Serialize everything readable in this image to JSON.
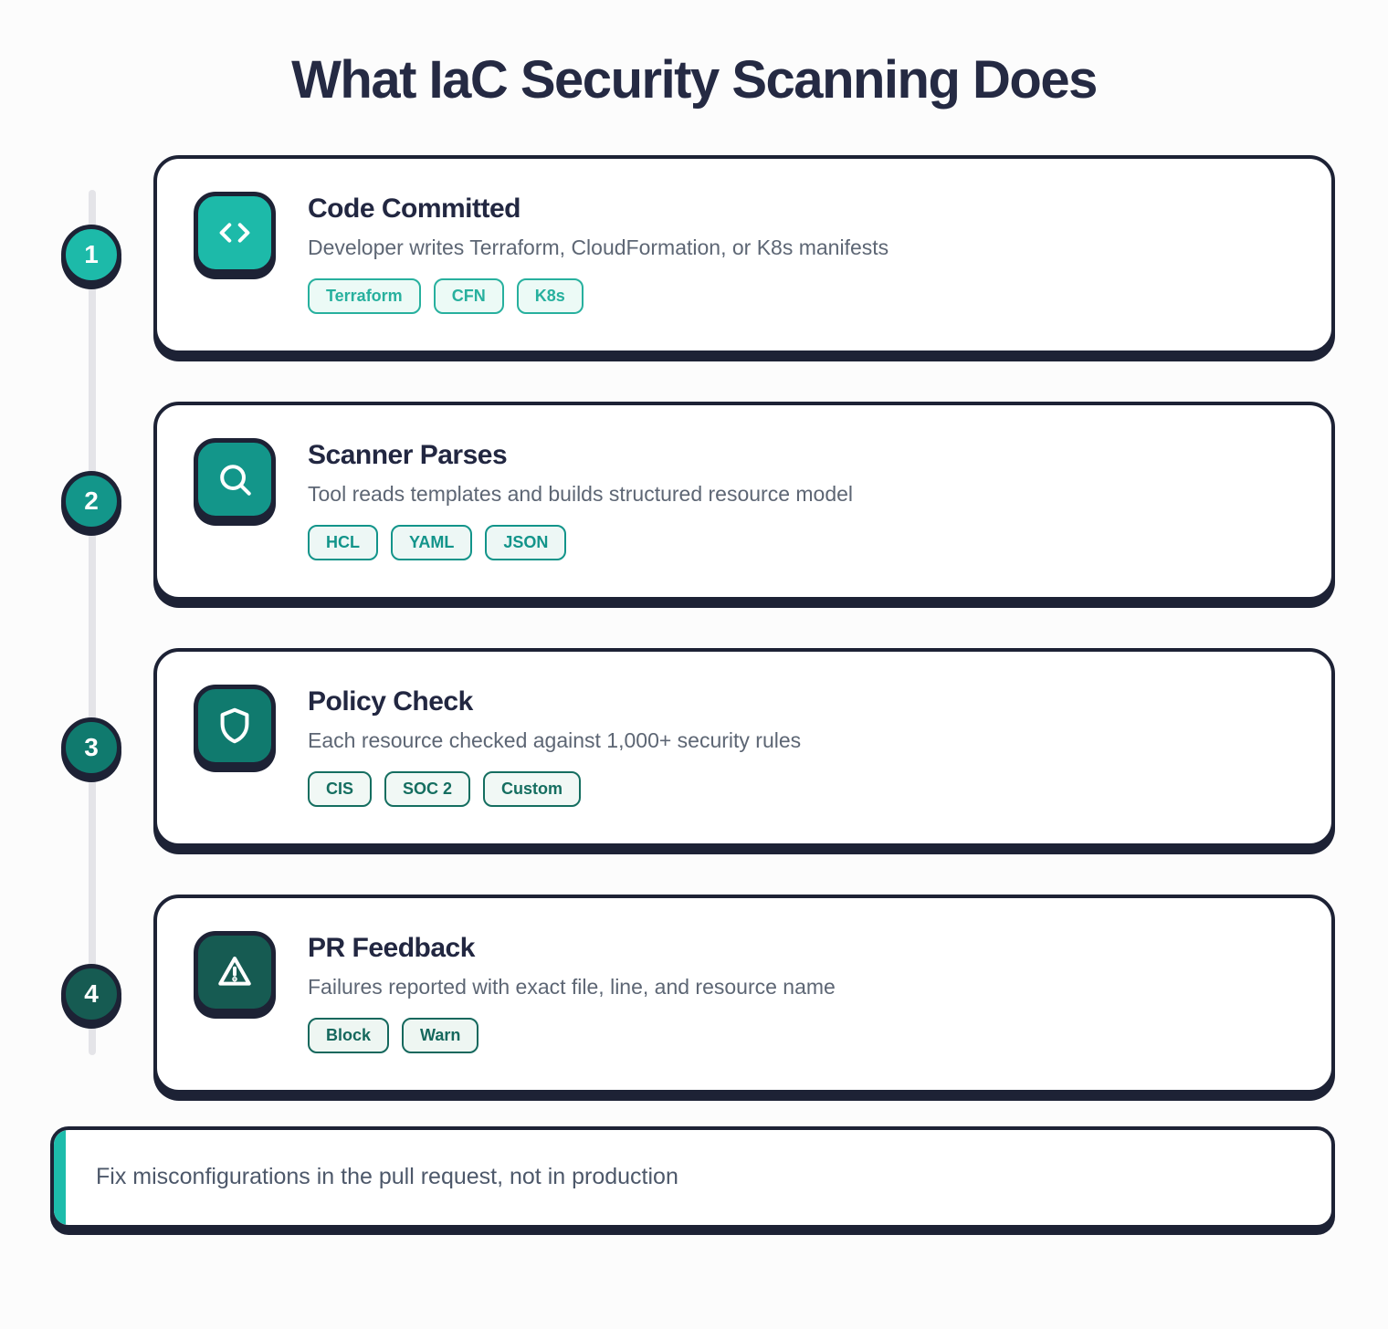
{
  "page": {
    "title": "What IaC Security Scanning Does",
    "background": "#fcfcfc"
  },
  "palette": {
    "outline_navy": "#1d2235",
    "timeline_gray": "#e4e4e8",
    "card_bg": "#ffffff",
    "title_text": "#252a43",
    "body_text": "#5d6674",
    "footer_accent_teal": "#1dbcab"
  },
  "steps": [
    {
      "number": "1",
      "title": "Code Committed",
      "description": "Developer writes Terraform, CloudFormation, or K8s manifests",
      "icon": "code-icon",
      "accent": "#1dbaa9",
      "tag_color": "#27b09e",
      "tag_bg": "#ecfaf6",
      "tags": [
        "Terraform",
        "CFN",
        "K8s"
      ]
    },
    {
      "number": "2",
      "title": "Scanner Parses",
      "description": "Tool reads templates and builds structured resource model",
      "icon": "search-icon",
      "accent": "#13968a",
      "tag_color": "#12948a",
      "tag_bg": "#edf7f5",
      "tags": [
        "HCL",
        "YAML",
        "JSON"
      ]
    },
    {
      "number": "3",
      "title": "Policy Check",
      "description": "Each resource checked against 1,000+ security rules",
      "icon": "shield-icon",
      "accent": "#107a6e",
      "tag_color": "#156e60",
      "tag_bg": "#f1f8f5",
      "tags": [
        "CIS",
        "SOC 2",
        "Custom"
      ]
    },
    {
      "number": "4",
      "title": "PR Feedback",
      "description": "Failures reported with exact file, line, and resource name",
      "icon": "warning-icon",
      "accent": "#165b52",
      "tag_color": "#15685d",
      "tag_bg": "#eef6f2",
      "tags": [
        "Block",
        "Warn"
      ]
    }
  ],
  "footer": {
    "note": "Fix misconfigurations in the pull request, not in production"
  }
}
